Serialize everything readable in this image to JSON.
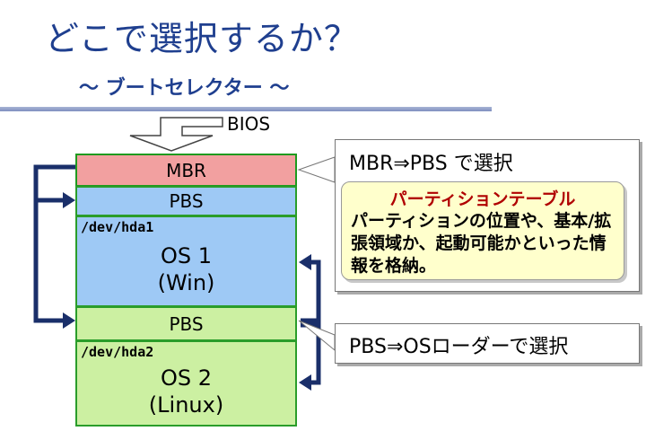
{
  "slide": {
    "title": "どこで選択するか？",
    "subtitle": "～ ブートセレクター ～"
  },
  "diagram": {
    "bios_label": "BIOS",
    "partitions": {
      "mbr_label": "MBR",
      "pbs1_label": "PBS",
      "os1_device": "/dev/hda1",
      "os1_name": "OS 1",
      "os1_sub": "(Win)",
      "pbs2_label": "PBS",
      "os2_device": "/dev/hda2",
      "os2_name": "OS 2",
      "os2_sub": "(Linux)"
    }
  },
  "callouts": {
    "mbr_callout": "MBR⇒PBS で選択",
    "partition_table_title": "パーティションテーブル",
    "partition_table_text": "パーティションの位置や、基本/拡張領域か、起動可能かといった情報を格納。",
    "pbs_callout": "PBS⇒OSローダーで選択"
  },
  "colors": {
    "title": "#1f3f8f",
    "mbr": "#f2a0a0",
    "win_partition": "#9ec9f5",
    "linux_partition": "#ccf0a2",
    "arrow": "#1a2f6a",
    "note_bg": "#ffffcc",
    "note_title": "#b00000"
  }
}
